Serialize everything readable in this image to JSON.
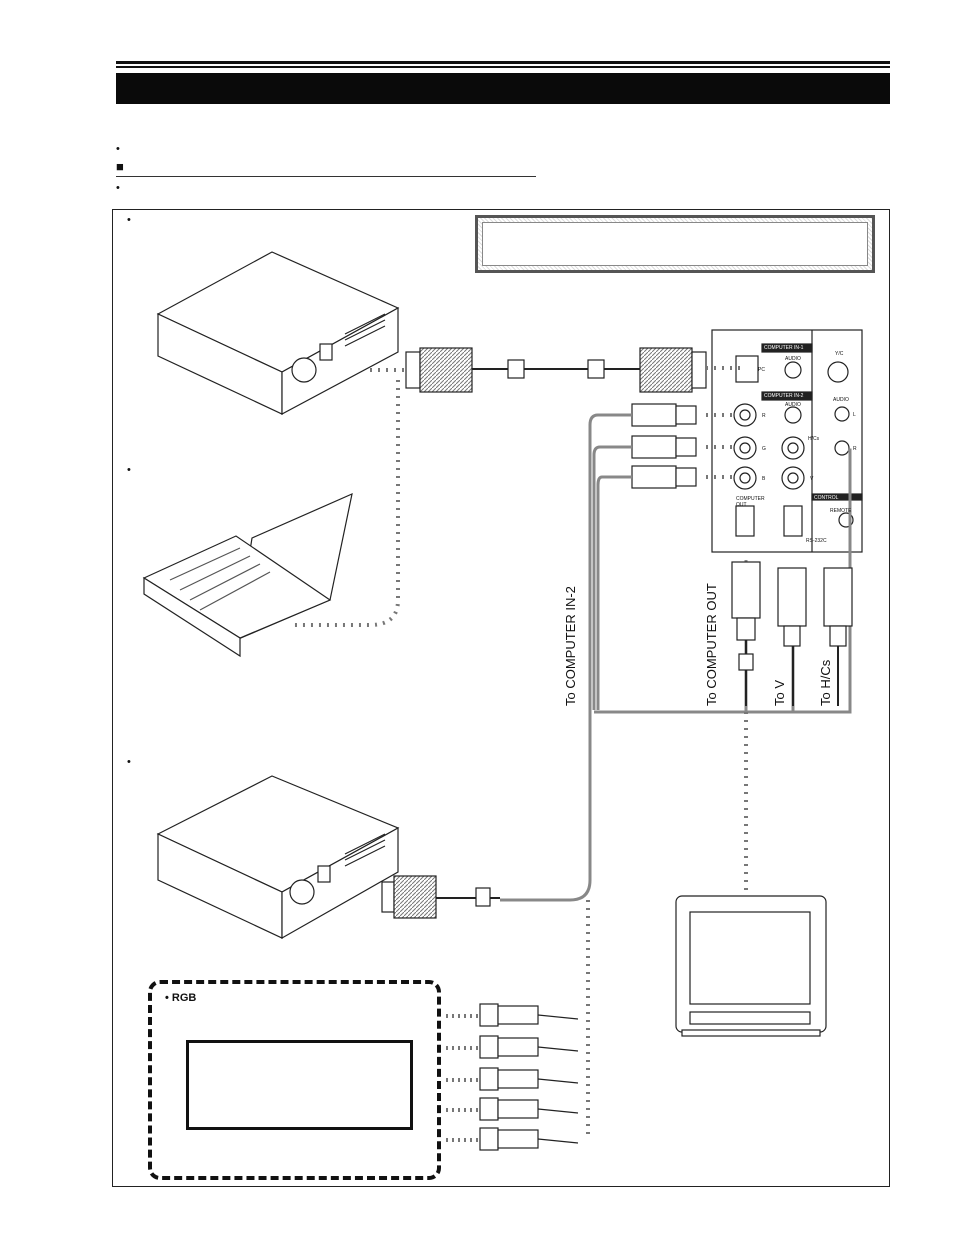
{
  "page": {
    "bullets": [
      "•",
      "•",
      "•"
    ],
    "section_marker": "■"
  },
  "diagram": {
    "panel_bullets": [
      "•",
      "•",
      "•"
    ],
    "rgb_label": "• RGB",
    "cable_labels": {
      "computer_in_2": "To COMPUTER IN-2",
      "computer_out": "To COMPUTER OUT",
      "v": "To V",
      "hcs": "To H/Cs"
    },
    "terminal_labels": {
      "computer_in_1": "COMPUTER IN-1",
      "computer_in_2": "COMPUTER IN-2",
      "audio_1": "AUDIO",
      "audio_2": "AUDIO",
      "pc": "PC",
      "yc": "Y/C",
      "audio_3": "AUDIO",
      "l": "L",
      "r_audio": "R",
      "r": "R",
      "g": "G",
      "b": "B",
      "v": "V",
      "h_cs": "H/Cs",
      "computer_out": "COMPUTER OUT",
      "control": "CONTROL",
      "remote": "REMOTE",
      "rs232c": "RS-232C"
    }
  }
}
